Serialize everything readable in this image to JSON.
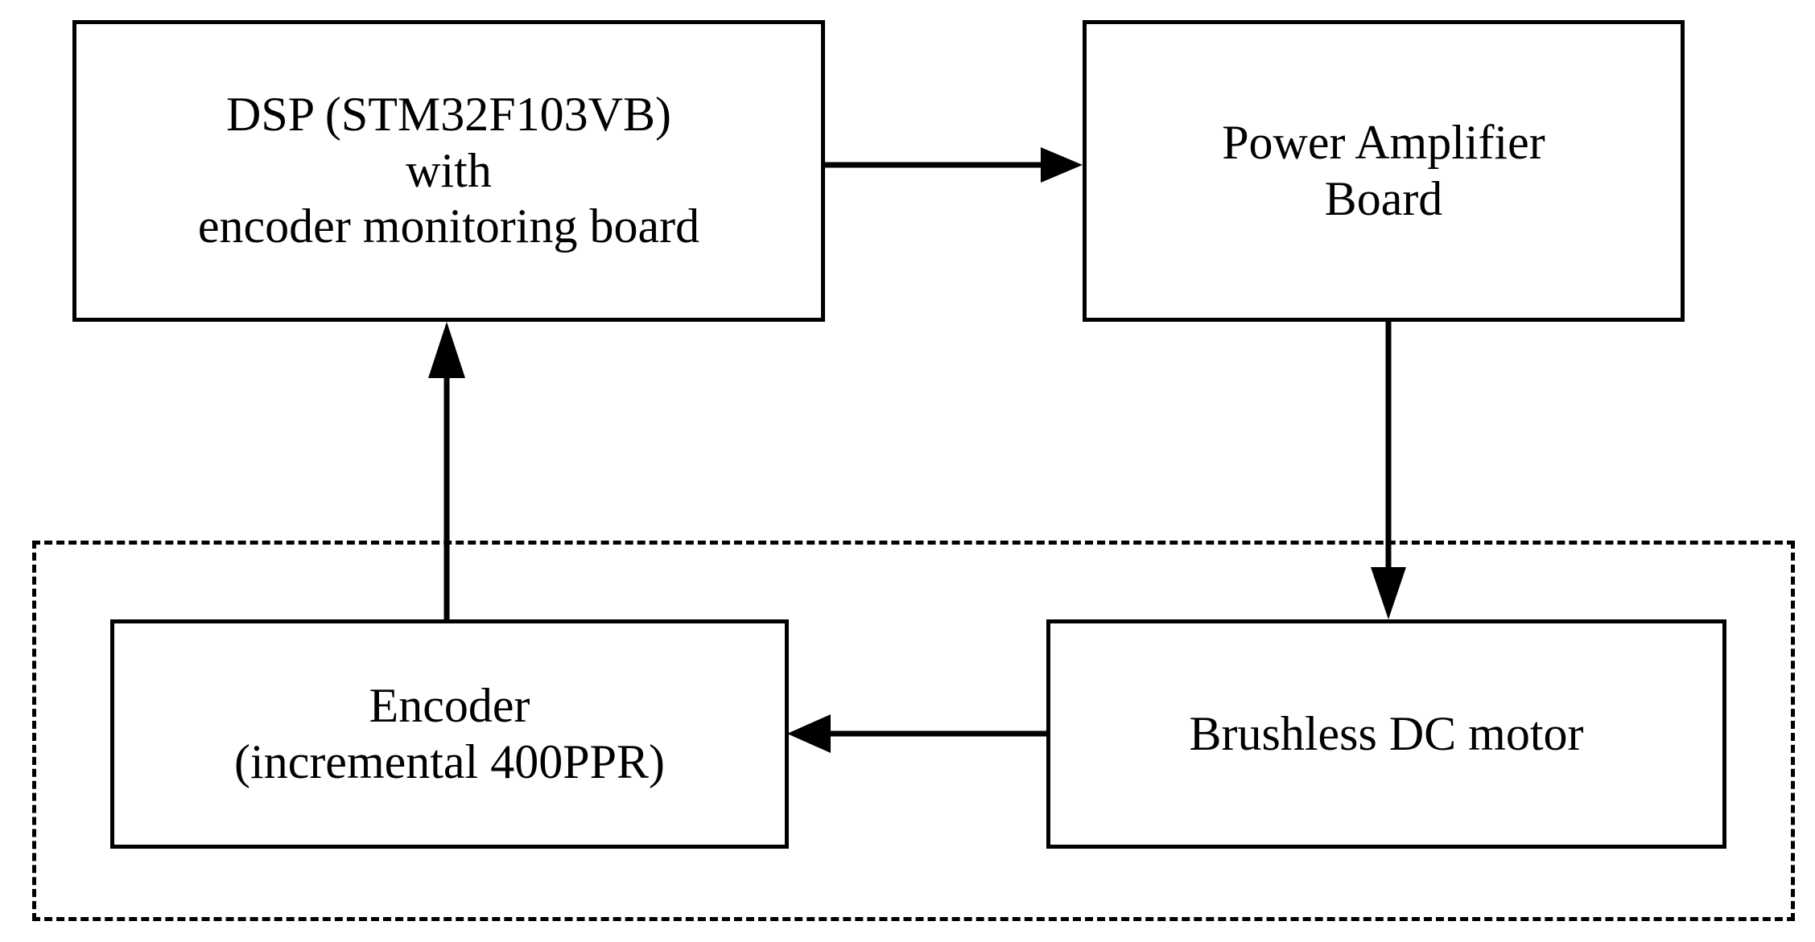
{
  "diagram": {
    "type": "block-diagram",
    "title": "",
    "background_color": "#ffffff",
    "line_color": "#000000",
    "blocks": [
      {
        "id": "dsp",
        "lines": [
          "DSP (STM32F103VB)",
          "with",
          "encoder monitoring board"
        ],
        "border": "solid"
      },
      {
        "id": "power_amplifier",
        "lines": [
          "Power Amplifier",
          "Board"
        ],
        "border": "solid"
      },
      {
        "id": "encoder",
        "lines": [
          "Encoder",
          "(incremental 400PPR)"
        ],
        "border": "solid"
      },
      {
        "id": "motor",
        "lines": [
          "Brushless DC motor"
        ],
        "border": "solid"
      }
    ],
    "groups": [
      {
        "id": "plant_boundary",
        "label": "",
        "border": "dashed",
        "contains": [
          "encoder",
          "motor"
        ]
      }
    ],
    "connections": [
      {
        "id": "dsp-to-power-amp",
        "from": "dsp",
        "to": "power_amplifier",
        "direction": "right",
        "label": "",
        "arrowhead": "filled-triangle"
      },
      {
        "id": "power-amp-to-motor",
        "from": "power_amplifier",
        "to": "motor",
        "direction": "down",
        "label": "",
        "arrowhead": "filled-triangle"
      },
      {
        "id": "motor-to-encoder",
        "from": "motor",
        "to": "encoder",
        "direction": "left",
        "label": "",
        "arrowhead": "filled-triangle"
      },
      {
        "id": "encoder-to-dsp",
        "from": "encoder",
        "to": "dsp",
        "direction": "up",
        "label": "",
        "arrowhead": "filled-triangle"
      }
    ]
  }
}
